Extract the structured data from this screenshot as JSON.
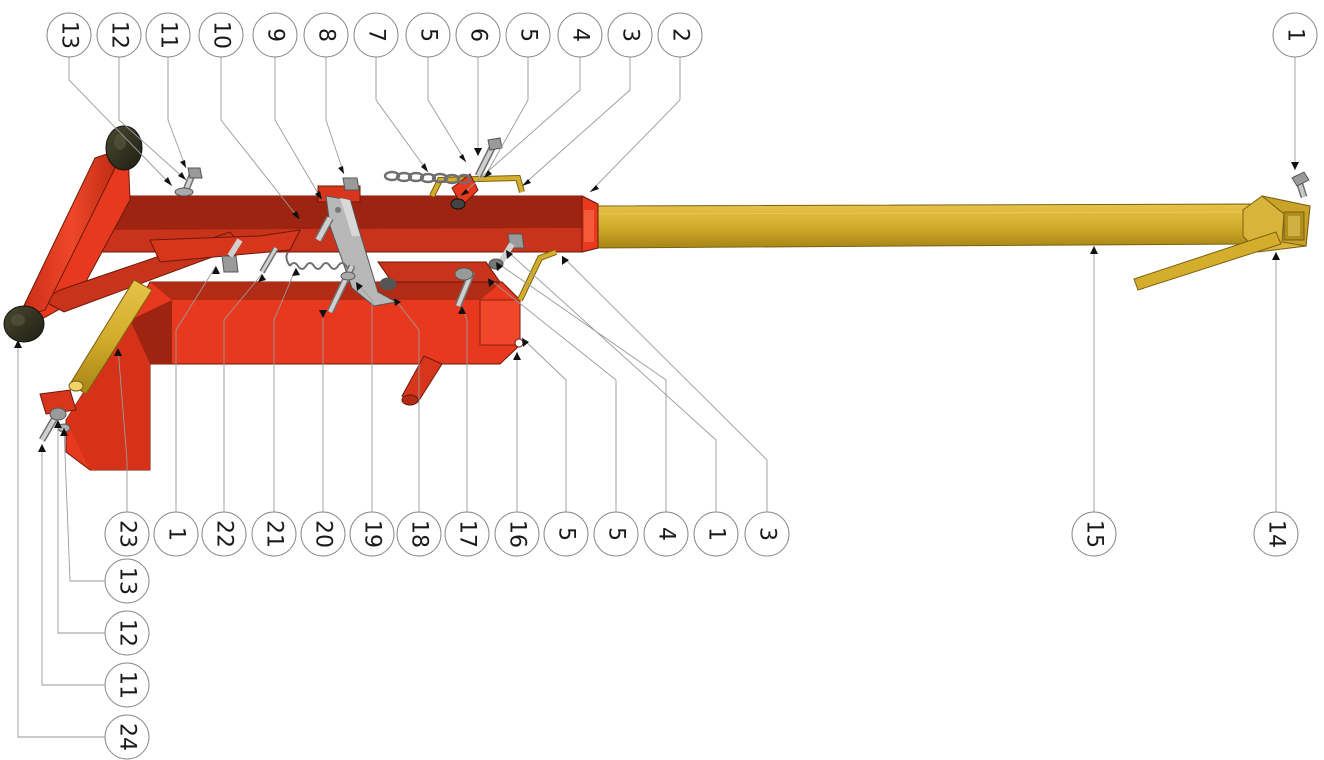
{
  "callouts": [
    {
      "label": "13"
    },
    {
      "label": "12"
    },
    {
      "label": "11"
    },
    {
      "label": "10"
    },
    {
      "label": "9"
    },
    {
      "label": "8"
    },
    {
      "label": "7"
    },
    {
      "label": "5"
    },
    {
      "label": "6"
    },
    {
      "label": "5"
    },
    {
      "label": "4"
    },
    {
      "label": "3"
    },
    {
      "label": "2"
    },
    {
      "label": "1"
    },
    {
      "label": "23"
    },
    {
      "label": "1"
    },
    {
      "label": "22"
    },
    {
      "label": "21"
    },
    {
      "label": "20"
    },
    {
      "label": "19"
    },
    {
      "label": "18"
    },
    {
      "label": "17"
    },
    {
      "label": "16"
    },
    {
      "label": "5"
    },
    {
      "label": "5"
    },
    {
      "label": "4"
    },
    {
      "label": "1"
    },
    {
      "label": "3"
    },
    {
      "label": "15"
    },
    {
      "label": "14"
    },
    {
      "label": "13"
    },
    {
      "label": "12"
    },
    {
      "label": "11"
    },
    {
      "label": "24"
    }
  ],
  "colors": {
    "frame_red": "#e8391f",
    "frame_red_dark": "#9e2412",
    "frame_red_mid": "#c9331b",
    "tube_yellow": "#d4ad2c",
    "tube_yellow_dark": "#a78516",
    "rubber_black": "#2a2a1e",
    "steel_gray": "#b8b8b8",
    "steel_dark": "#6f6f6f"
  },
  "icons": {
    "hardware": "bolt-icon",
    "chain": "chain-icon",
    "spring": "spring-icon"
  }
}
